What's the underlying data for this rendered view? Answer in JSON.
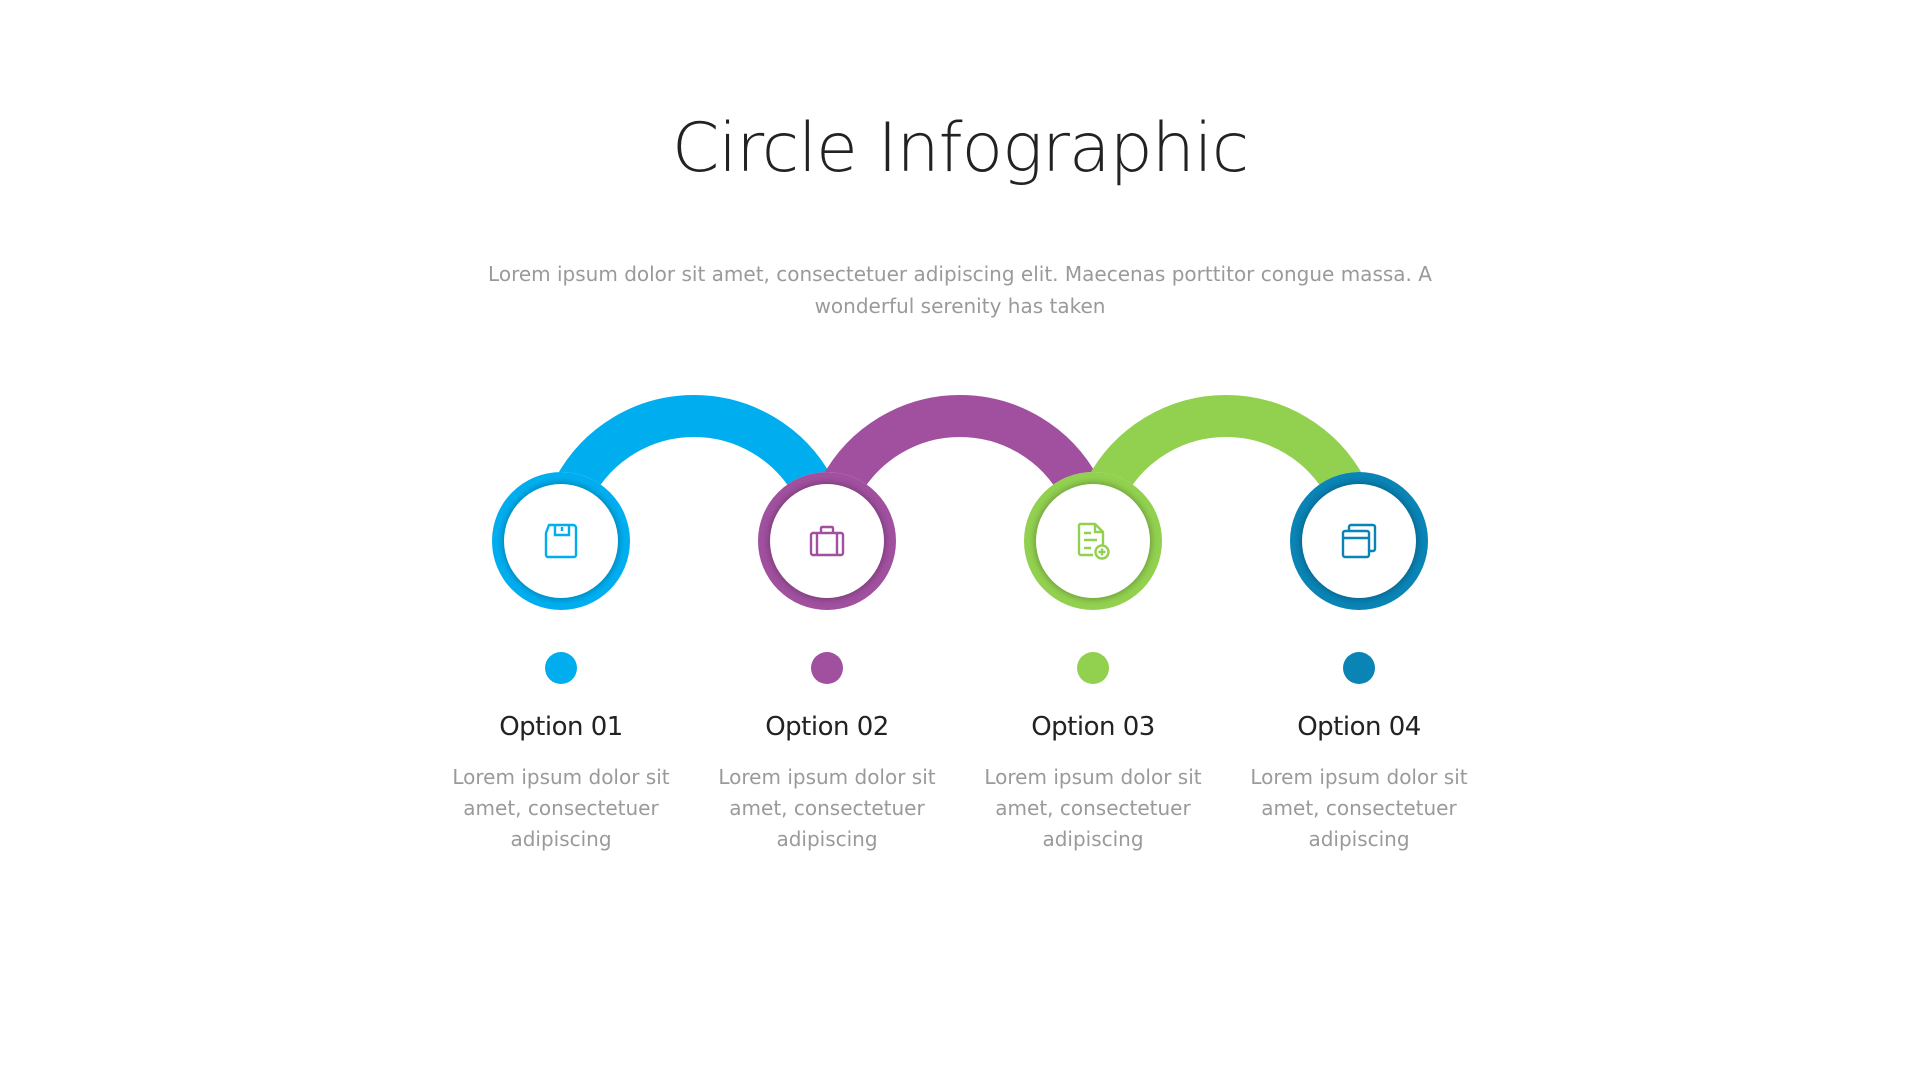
{
  "title": "Circle Infographic",
  "subtitle": "Lorem ipsum dolor sit amet, consectetuer adipiscing elit. Maecenas porttitor congue massa. A wonderful serenity has taken",
  "options": [
    {
      "label": "Option 01",
      "description": "Lorem ipsum dolor sit amet, consectetuer adipiscing",
      "icon": "floppy-disk-icon",
      "color": "#00AEEF"
    },
    {
      "label": "Option 02",
      "description": "Lorem ipsum dolor sit amet, consectetuer adipiscing",
      "icon": "briefcase-icon",
      "color": "#A0509E"
    },
    {
      "label": "Option 03",
      "description": "Lorem ipsum dolor sit amet, consectetuer adipiscing",
      "icon": "document-add-icon",
      "color": "#92D050"
    },
    {
      "label": "Option 04",
      "description": "Lorem ipsum dolor sit amet, consectetuer adipiscing",
      "icon": "windows-stack-icon",
      "color": "#0A83B5"
    }
  ]
}
